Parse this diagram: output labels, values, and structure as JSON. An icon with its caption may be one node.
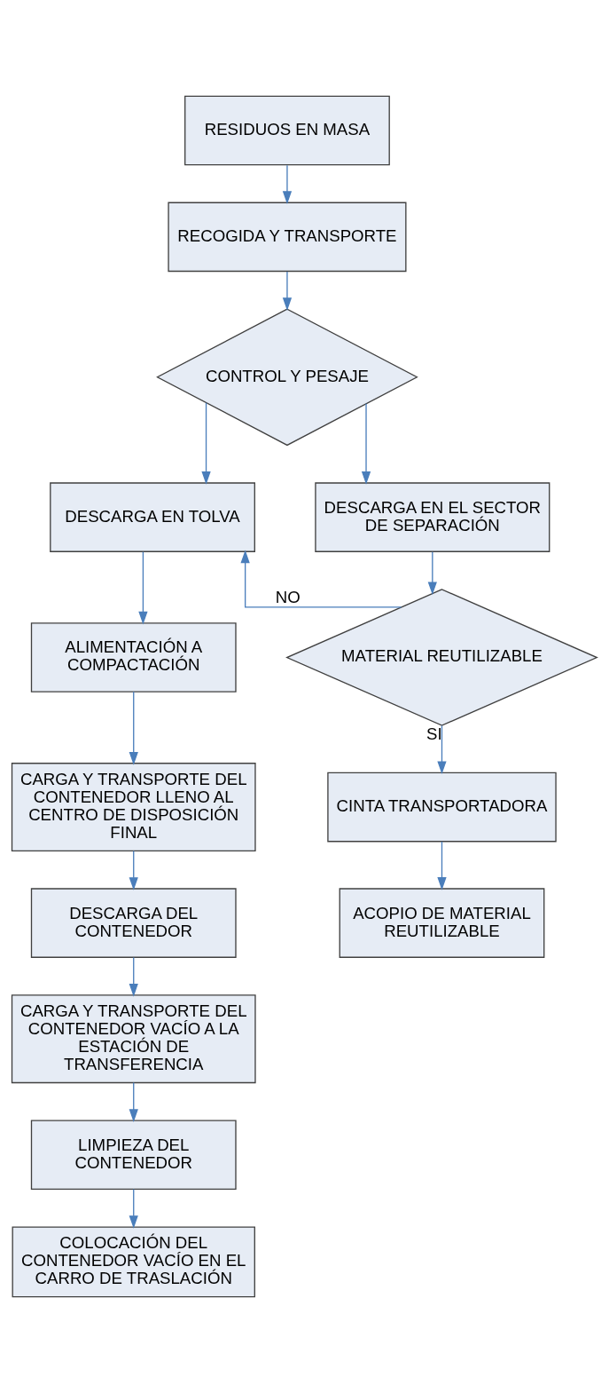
{
  "diagram": {
    "nodes": [
      {
        "text": [
          "RESIDUOS EN MASA"
        ]
      },
      {
        "text": [
          "RECOGIDA Y TRANSPORTE"
        ]
      },
      {
        "text": [
          "CONTROL Y PESAJE"
        ]
      },
      {
        "text": [
          "DESCARGA EN TOLVA"
        ]
      },
      {
        "text": [
          "DESCARGA EN EL SECTOR DE SEPARACIÓN"
        ]
      },
      {
        "text": [
          "ALIMENTACIÓN A COMPACTACIÓN"
        ]
      },
      {
        "text": [
          "MATERIAL REUTILIZABLE"
        ]
      },
      {
        "text": [
          "CARGA Y TRANSPORTE DEL CONTENEDOR LLENO AL CENTRO DE DISPOSICIÓN FINAL"
        ]
      },
      {
        "text": [
          "DESCARGA DEL CONTENEDOR"
        ]
      },
      {
        "text": [
          "CINTA TRANSPORTADORA"
        ]
      },
      {
        "text": [
          "CARGA Y TRANSPORTE DEL CONTENEDOR VACÍO A LA ESTACIÓN DE TRANSFERENCIA"
        ]
      },
      {
        "text": [
          "ACOPIO DE MATERIAL REUTILIZABLE"
        ]
      },
      {
        "text": [
          "LIMPIEZA DEL CONTENEDOR"
        ]
      },
      {
        "text": [
          "COLOCACIÓN DEL CONTENEDOR VACÍO EN EL CARRO DE TRASLACIÓN"
        ]
      }
    ],
    "edges": [
      {
        "from": 0,
        "to": 1,
        "arrow": "to"
      },
      {
        "from": 1,
        "to": 2,
        "arrow": "to"
      },
      {
        "from": 2,
        "to": 3,
        "arrow": "to"
      },
      {
        "from": 2,
        "to": 4,
        "arrow": "to"
      },
      {
        "from": 4,
        "to": 6,
        "arrow": "to"
      },
      {
        "from": 6,
        "to": 3,
        "arrow": "to",
        "label": "NO"
      },
      {
        "from": 3,
        "to": 5,
        "arrow": "to"
      },
      {
        "from": 5,
        "to": 7,
        "arrow": "to"
      },
      {
        "from": 7,
        "to": 8,
        "arrow": "to"
      },
      {
        "from": 8,
        "to": 10,
        "arrow": "to"
      },
      {
        "from": 10,
        "to": 12,
        "arrow": "to"
      },
      {
        "from": 12,
        "to": 13,
        "arrow": "to"
      },
      {
        "from": 6,
        "to": 9,
        "arrow": "to",
        "label": "SI"
      },
      {
        "from": 9,
        "to": 11,
        "arrow": "to"
      }
    ]
  }
}
